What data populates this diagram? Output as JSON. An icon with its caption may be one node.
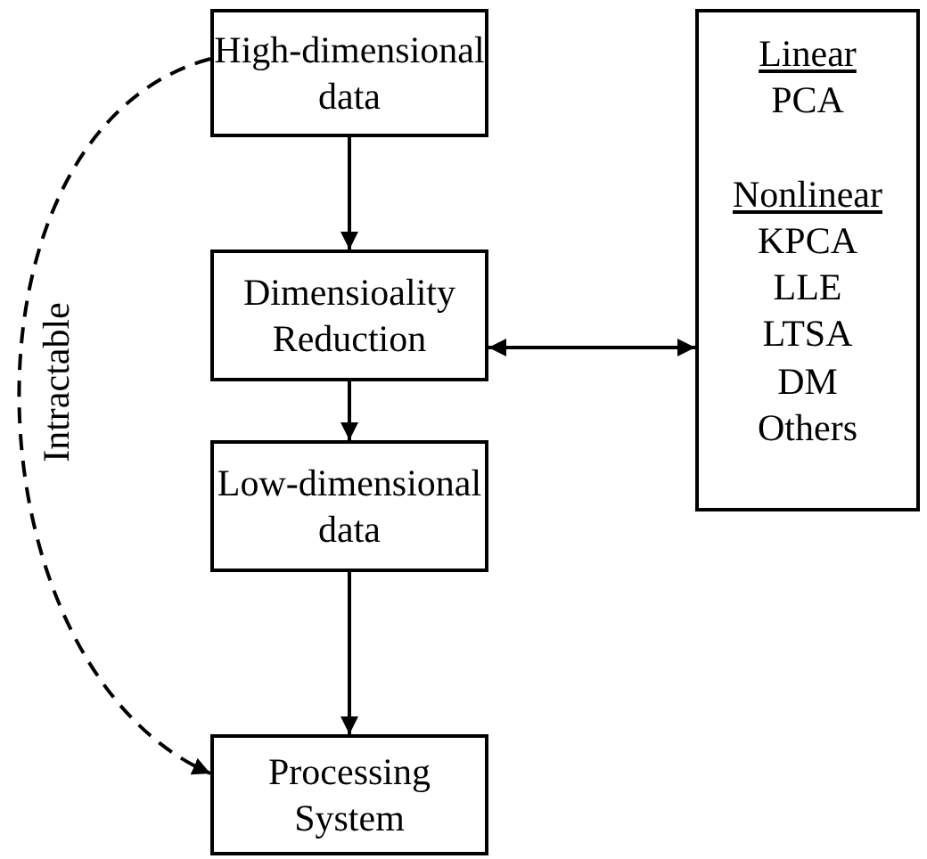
{
  "diagram": {
    "nodes": [
      {
        "text": [
          "High-dimensional data"
        ]
      },
      {
        "text": [
          "Dimensioality Reduction"
        ]
      },
      {
        "text": [
          "Low-dimensional data"
        ]
      },
      {
        "text": [
          "Processing System"
        ]
      },
      {
        "text": [
          "Linear",
          "PCA",
          "Nonlinear",
          "KPCA",
          "LLE",
          "LTSA",
          "DM",
          "Others"
        ]
      }
    ],
    "edges": [
      {
        "from": 0,
        "to": 1,
        "arrow": "to"
      },
      {
        "from": 1,
        "to": 2,
        "arrow": "to"
      },
      {
        "from": 2,
        "to": 3,
        "arrow": "to"
      },
      {
        "from": 1,
        "to": 4,
        "arrow": "both"
      },
      {
        "from": 0,
        "to": 3,
        "arrow": "to",
        "style": "dashed",
        "label": "Intractable"
      }
    ]
  }
}
